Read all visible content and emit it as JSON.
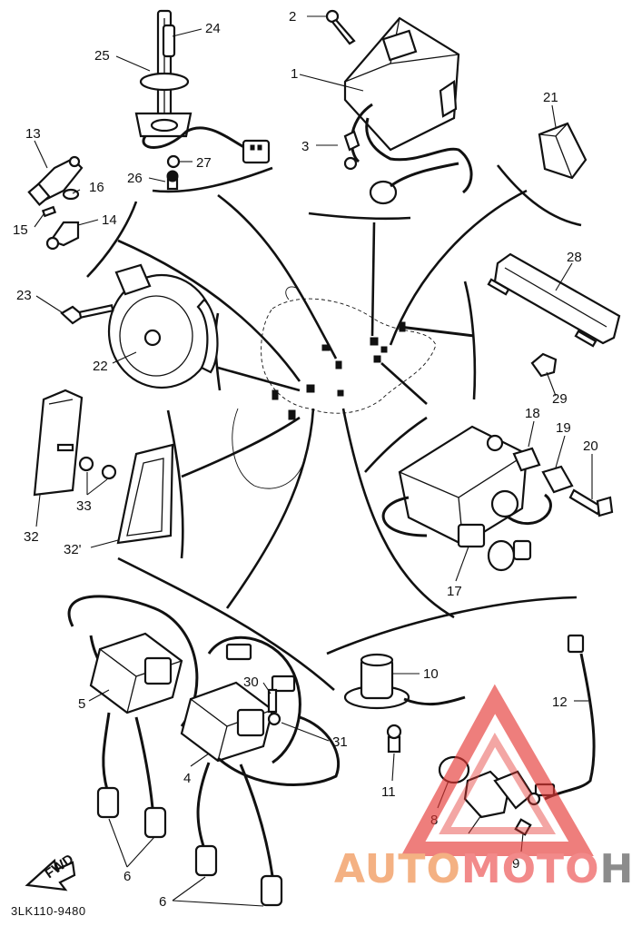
{
  "diagram": {
    "part_code": "3LK110-9480",
    "fwd_label": "FWD",
    "callouts": [
      "1",
      "2",
      "3",
      "4",
      "5",
      "6",
      "6",
      "6",
      "8",
      "9",
      "10",
      "11",
      "12",
      "13",
      "14",
      "15",
      "16",
      "17",
      "18",
      "19",
      "20",
      "21",
      "22",
      "23",
      "24",
      "25",
      "26",
      "27",
      "28",
      "29",
      "30",
      "31",
      "32",
      "32'",
      "33",
      "33"
    ]
  },
  "watermark": {
    "text_part1": "AUTO",
    "text_part2": "MOTO",
    "text_part3": "HUB",
    "color_part1": "#f4b183",
    "color_part2": "#f28a8a",
    "color_part3": "#8c8c8c",
    "triangle_color": "#e53935"
  }
}
